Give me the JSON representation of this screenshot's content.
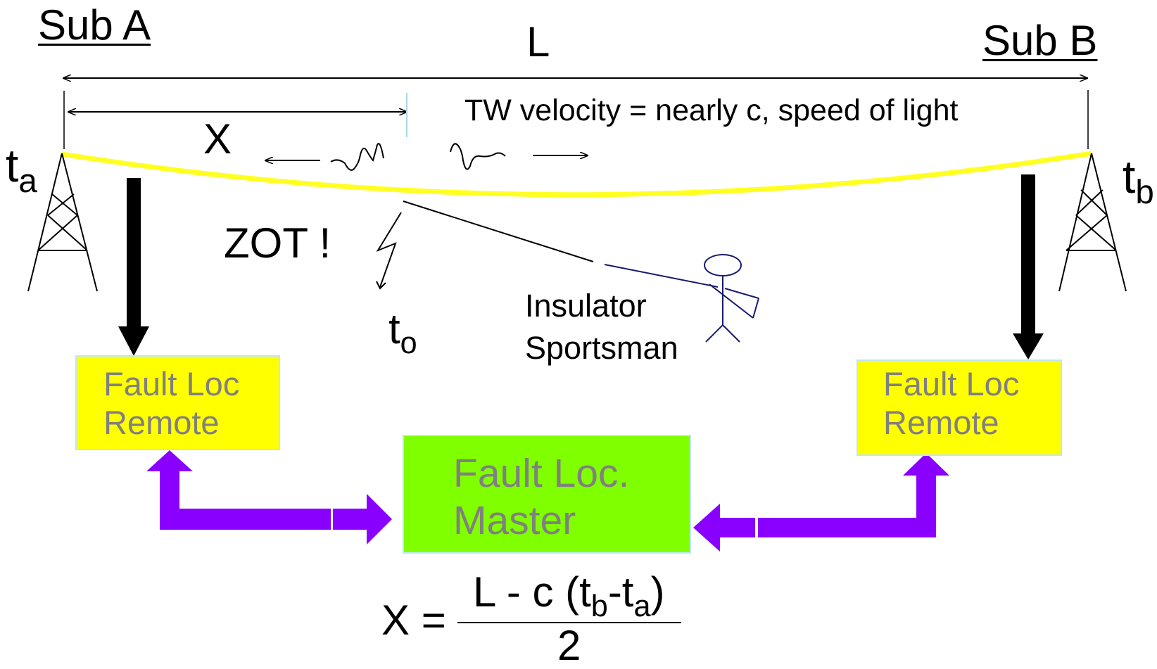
{
  "labels": {
    "sub_a": "Sub A",
    "sub_b": "Sub B",
    "length": "L",
    "distance_x": "X",
    "tw_velocity": "TW velocity = nearly c, speed of light",
    "time_a_main": "t",
    "time_a_sub": "a",
    "time_b_main": "t",
    "time_b_sub": "b",
    "zot": "ZOT !",
    "time_o_main": "t",
    "time_o_sub": "o",
    "sportsman_line1": "Insulator",
    "sportsman_line2": "Sportsman"
  },
  "boxes": {
    "remote_left": {
      "line1": "Fault Loc",
      "line2": "Remote"
    },
    "remote_right": {
      "line1": "Fault Loc",
      "line2": "Remote"
    },
    "master": {
      "line1": "Fault Loc.",
      "line2": "Master"
    }
  },
  "formula": {
    "lhs": "X =",
    "num_part1": "L - c (t",
    "num_sub1": "b",
    "num_part2": "-t",
    "num_sub2": "a",
    "num_part3": ")",
    "denominator": "2"
  },
  "colors": {
    "line_conductor": "#ffff22",
    "remote_box": "#ffff00",
    "master_box": "#80ff00",
    "comm_arrow": "#8a00ff",
    "box_text": "#808080",
    "figure": "#1a1a6e"
  }
}
